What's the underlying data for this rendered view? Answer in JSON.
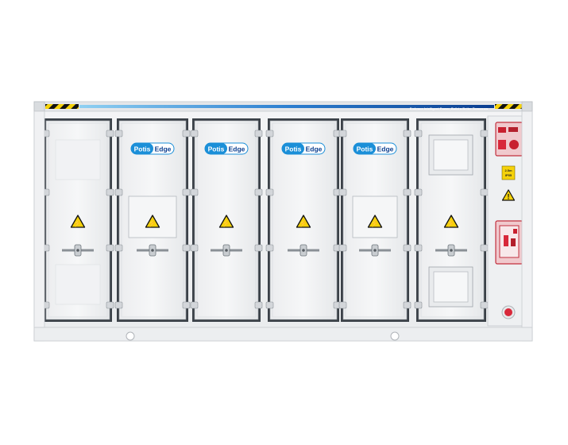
{
  "product": {
    "tagline": "Embrace Intelligent Power, Build a Better Tomorrow",
    "brand": {
      "word1": "Potis",
      "word2": "Edge"
    },
    "warning_symbol": "⚡",
    "caution_symbol": "!",
    "label_plate_text": "2.5m\nIP55"
  },
  "colors": {
    "brand_blue": "#1b8fd8",
    "brand_dark": "#0a3d8f",
    "stripe_light": "#7cc6ee",
    "warning_yellow": "#f5d20a",
    "emergency_red": "#d8283a",
    "panel_white": "#f2f3f4"
  },
  "icons": {
    "warning": "high-voltage-warning-icon",
    "handle": "door-handle-icon",
    "hinge": "door-hinge-icon",
    "estop": "emergency-stop-icon",
    "vent": "vent-panel-icon"
  }
}
